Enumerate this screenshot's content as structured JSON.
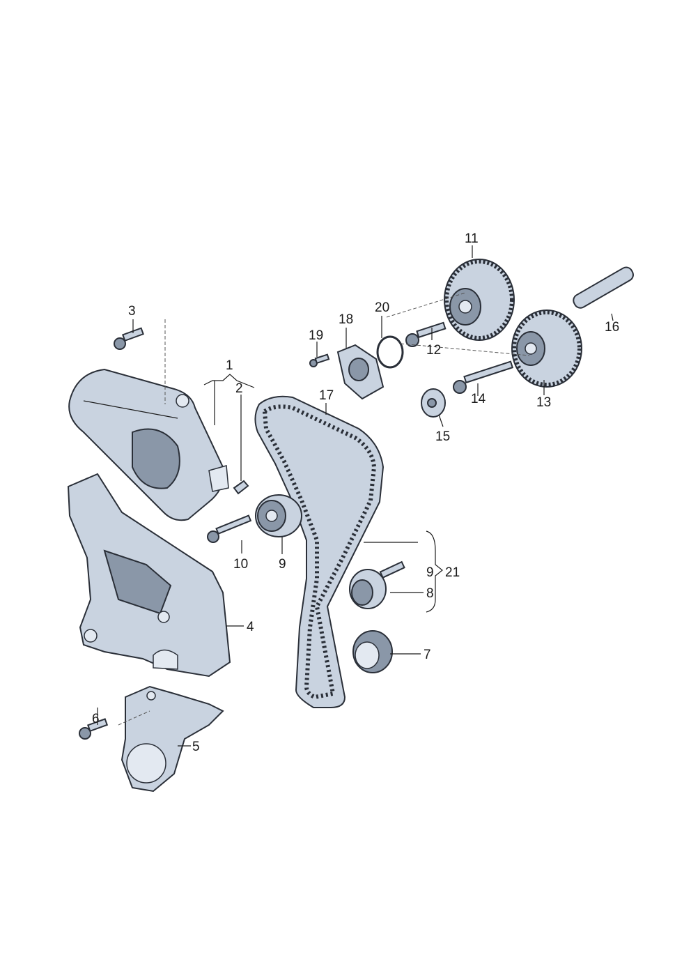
{
  "callouts": {
    "c1": "1",
    "c2": "2",
    "c3": "3",
    "c4": "4",
    "c5": "5",
    "c6": "6",
    "c7": "7",
    "c8": "8",
    "c9a": "9",
    "c9b": "9",
    "c10": "10",
    "c11": "11",
    "c12": "12",
    "c13": "13",
    "c14": "14",
    "c15": "15",
    "c16": "16",
    "c17": "17",
    "c18": "18",
    "c19": "19",
    "c20": "20",
    "c21": "21"
  },
  "colors": {
    "part_fill": "#c9d3e0",
    "part_shadow": "#8a97a8",
    "outline": "#2a2f38"
  }
}
